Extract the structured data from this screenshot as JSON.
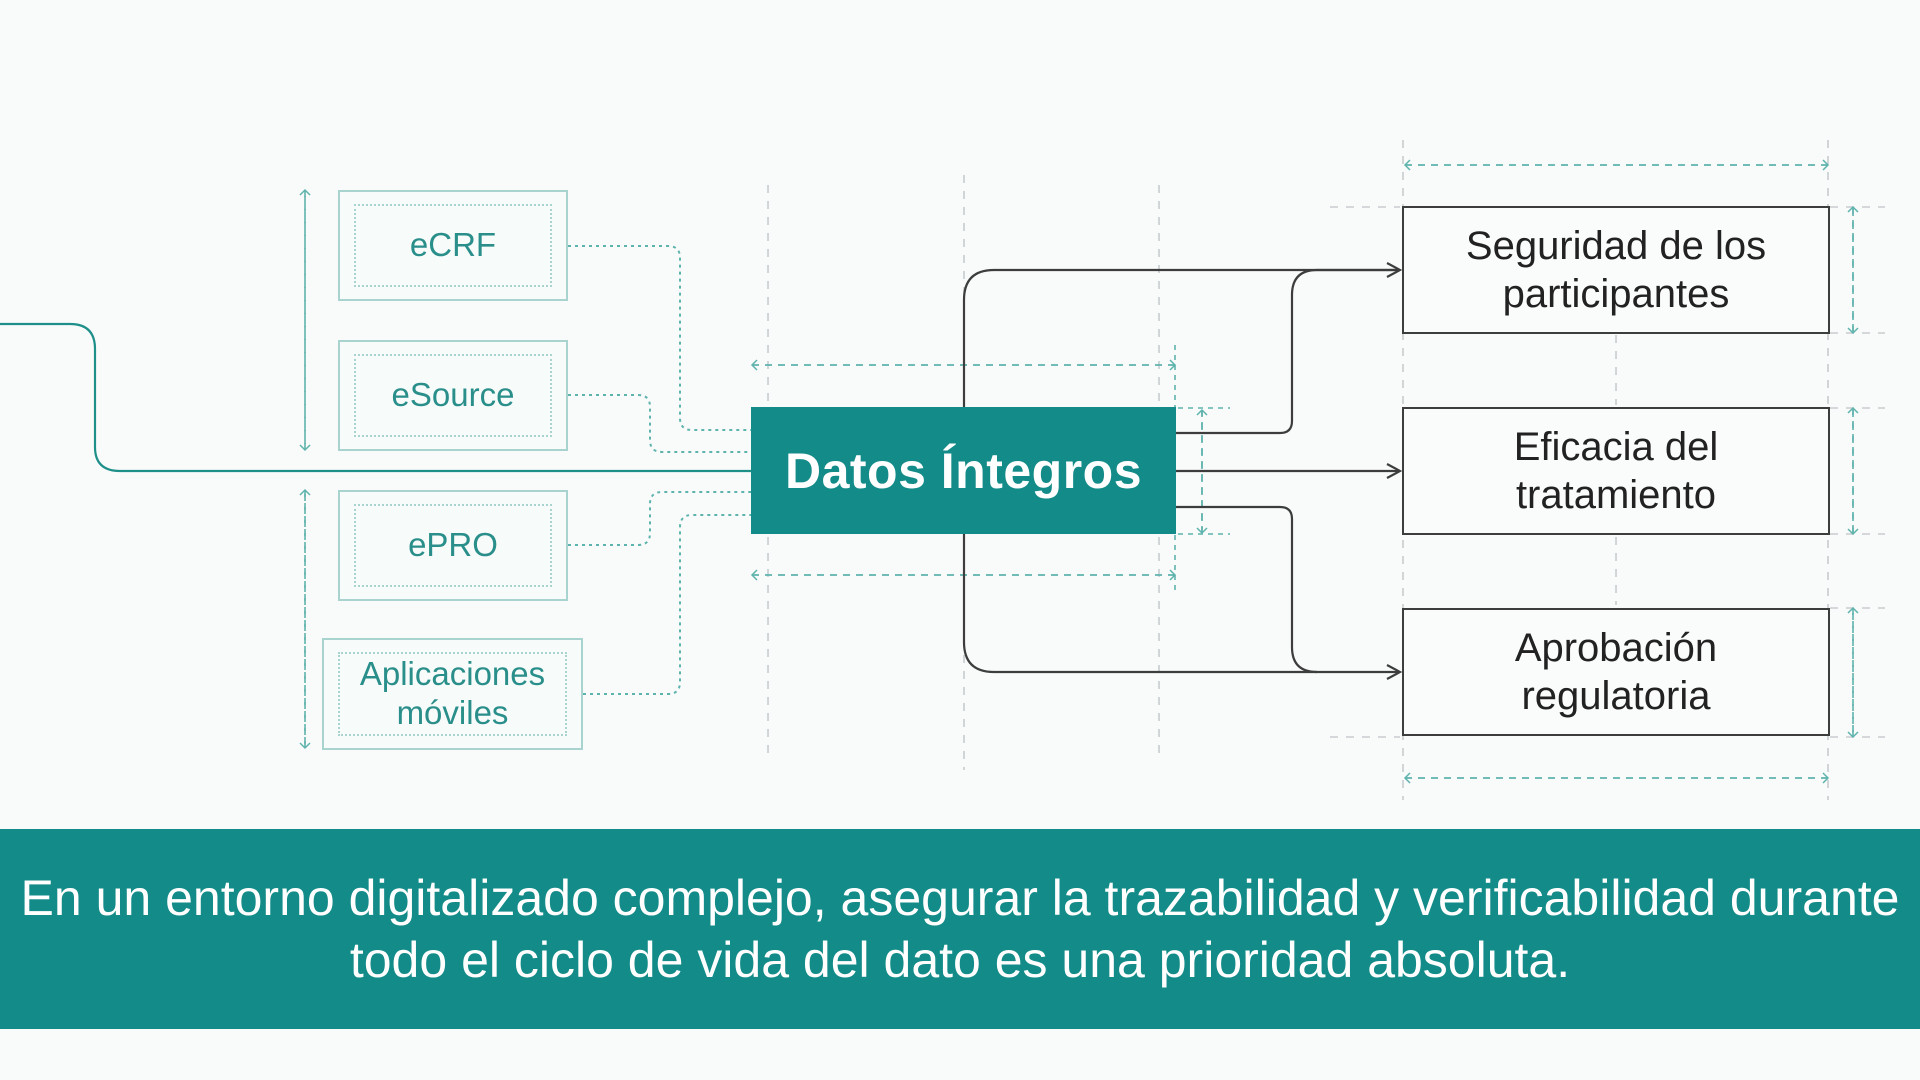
{
  "diagram": {
    "sources": [
      {
        "label": "eCRF"
      },
      {
        "label": "eSource"
      },
      {
        "label": "ePRO"
      },
      {
        "label": "Aplicaciones móviles"
      }
    ],
    "hub": {
      "label": "Datos Íntegros"
    },
    "outcomes": [
      {
        "label": "Seguridad de los participantes"
      },
      {
        "label": "Eficacia del tratamiento"
      },
      {
        "label": "Aprobación regulatoria"
      }
    ],
    "colors": {
      "accent": "#138b88",
      "source_border": "#a9d3cf",
      "source_text": "#2a8f8a",
      "dimension_lines": "#5fb3ad",
      "outline": "#3d3d3d"
    }
  },
  "banner": {
    "text": "En un entorno digitalizado complejo, asegurar la trazabilidad y verificabilidad durante todo el ciclo de vida del dato es una prioridad absoluta."
  }
}
